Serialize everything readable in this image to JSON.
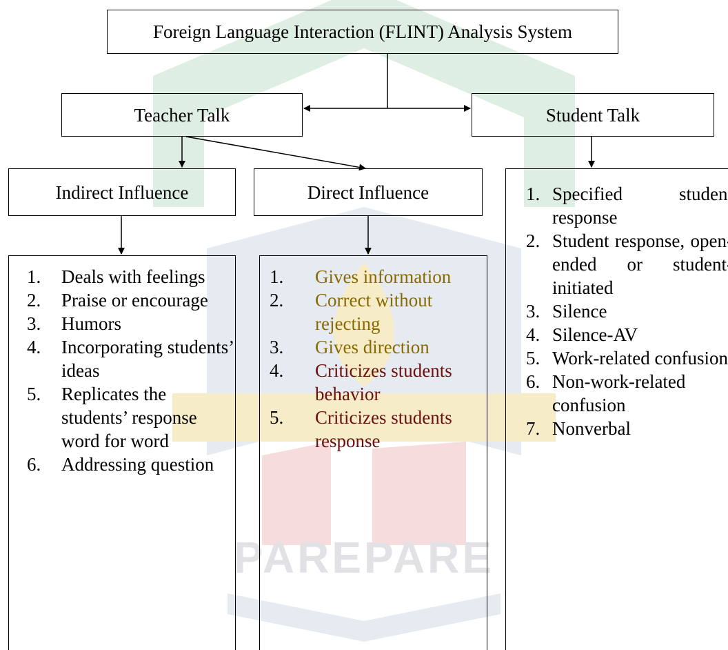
{
  "diagram": {
    "title": "Foreign Language Interaction (FLINT) Analysis System",
    "teacher_talk": "Teacher Talk",
    "student_talk": "Student Talk",
    "indirect_influence": {
      "label": "Indirect Influence",
      "items": [
        {
          "num": "1.",
          "text": "Deals with feelings"
        },
        {
          "num": "2.",
          "text": "Praise or encourage"
        },
        {
          "num": "3.",
          "text": "Humors"
        },
        {
          "num": "4.",
          "text": "Incorporating students’ ideas"
        },
        {
          "num": "5.",
          "text": "Replicates the students’ response word for word"
        },
        {
          "num": "6.",
          "text": "Addressing question"
        }
      ]
    },
    "direct_influence": {
      "label": "Direct Influence",
      "items": [
        {
          "num": "1.",
          "text": "Gives information"
        },
        {
          "num": "2.",
          "text": "Correct without rejecting"
        },
        {
          "num": "3.",
          "text": "Gives direction"
        },
        {
          "num": "4.",
          "text": "Criticizes students behavior"
        },
        {
          "num": "5.",
          "text": "Criticizes students response"
        }
      ]
    },
    "student_talk_items": [
      {
        "num": "1.",
        "text": "Specified student response"
      },
      {
        "num": "2.",
        "text": "Student response, open-ended or student-initiated"
      },
      {
        "num": "3.",
        "text": "Silence"
      },
      {
        "num": "4.",
        "text": "Silence-AV"
      },
      {
        "num": "5.",
        "text": "Work-related confusion"
      },
      {
        "num": "6.",
        "text": "Non-work-related confusion"
      },
      {
        "num": "7.",
        "text": "Nonverbal"
      }
    ]
  },
  "watermark": {
    "text": "PAREPARE",
    "colors": {
      "green": "#dfeee3",
      "gold": "#f6ecc8",
      "red": "#f6dcdc",
      "blue": "#e6ebf1"
    }
  }
}
